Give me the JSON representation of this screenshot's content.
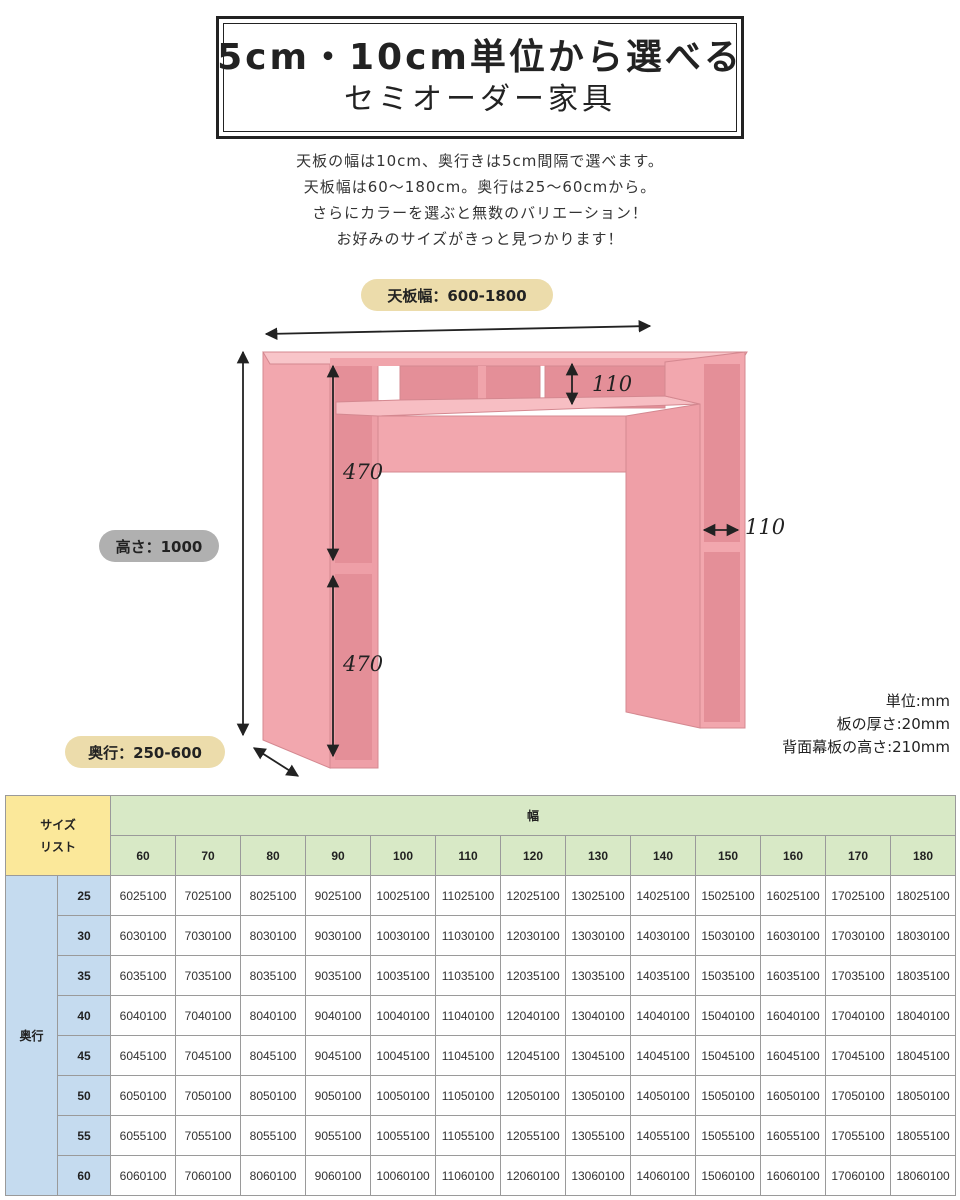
{
  "title": {
    "line1": "5cm・10cm単位から選べる",
    "line2": "セミオーダー家具"
  },
  "intro_lines": [
    "天板の幅は10cm、奥行きは5cm間隔で選べます。",
    "天板幅は60～180cm。奥行は25～60cmから。",
    "さらにカラーを選ぶと無数のバリエーション！",
    "お好みのサイズがきっと見つかります！"
  ],
  "labels": {
    "width": "天板幅：600-1800",
    "height": "高さ：1000",
    "depth": "奥行：250-600"
  },
  "dimensions": {
    "shelf_top": "110",
    "shelf_side": "110",
    "upper_height": "470",
    "lower_height": "470"
  },
  "units": {
    "unit": "単位:mm",
    "board_thickness": "板の厚さ:20mm",
    "back_panel_height": "背面幕板の高さ:210mm"
  },
  "colors": {
    "furniture_pink": "#f1a7ae",
    "title_border": "#222222",
    "pill_yellow": "#ecdcab",
    "pill_gray": "#b0b0b0",
    "header_green": "#d8e9c6",
    "header_blue": "#c5dbef",
    "corner_yellow": "#fbe89a"
  },
  "table": {
    "corner_line1": "サイズ",
    "corner_line2": "リスト",
    "width_header": "幅",
    "depth_header": "奥行",
    "widths": [
      "60",
      "70",
      "80",
      "90",
      "100",
      "110",
      "120",
      "130",
      "140",
      "150",
      "160",
      "170",
      "180"
    ],
    "rows": [
      {
        "depth": "25",
        "values": [
          "6025100",
          "7025100",
          "8025100",
          "9025100",
          "10025100",
          "11025100",
          "12025100",
          "13025100",
          "14025100",
          "15025100",
          "16025100",
          "17025100",
          "18025100"
        ]
      },
      {
        "depth": "30",
        "values": [
          "6030100",
          "7030100",
          "8030100",
          "9030100",
          "10030100",
          "11030100",
          "12030100",
          "13030100",
          "14030100",
          "15030100",
          "16030100",
          "17030100",
          "18030100"
        ]
      },
      {
        "depth": "35",
        "values": [
          "6035100",
          "7035100",
          "8035100",
          "9035100",
          "10035100",
          "11035100",
          "12035100",
          "13035100",
          "14035100",
          "15035100",
          "16035100",
          "17035100",
          "18035100"
        ]
      },
      {
        "depth": "40",
        "values": [
          "6040100",
          "7040100",
          "8040100",
          "9040100",
          "10040100",
          "11040100",
          "12040100",
          "13040100",
          "14040100",
          "15040100",
          "16040100",
          "17040100",
          "18040100"
        ]
      },
      {
        "depth": "45",
        "values": [
          "6045100",
          "7045100",
          "8045100",
          "9045100",
          "10045100",
          "11045100",
          "12045100",
          "13045100",
          "14045100",
          "15045100",
          "16045100",
          "17045100",
          "18045100"
        ]
      },
      {
        "depth": "50",
        "values": [
          "6050100",
          "7050100",
          "8050100",
          "9050100",
          "10050100",
          "11050100",
          "12050100",
          "13050100",
          "14050100",
          "15050100",
          "16050100",
          "17050100",
          "18050100"
        ]
      },
      {
        "depth": "55",
        "values": [
          "6055100",
          "7055100",
          "8055100",
          "9055100",
          "10055100",
          "11055100",
          "12055100",
          "13055100",
          "14055100",
          "15055100",
          "16055100",
          "17055100",
          "18055100"
        ]
      },
      {
        "depth": "60",
        "values": [
          "6060100",
          "7060100",
          "8060100",
          "9060100",
          "10060100",
          "11060100",
          "12060100",
          "13060100",
          "14060100",
          "15060100",
          "16060100",
          "17060100",
          "18060100"
        ]
      }
    ]
  }
}
